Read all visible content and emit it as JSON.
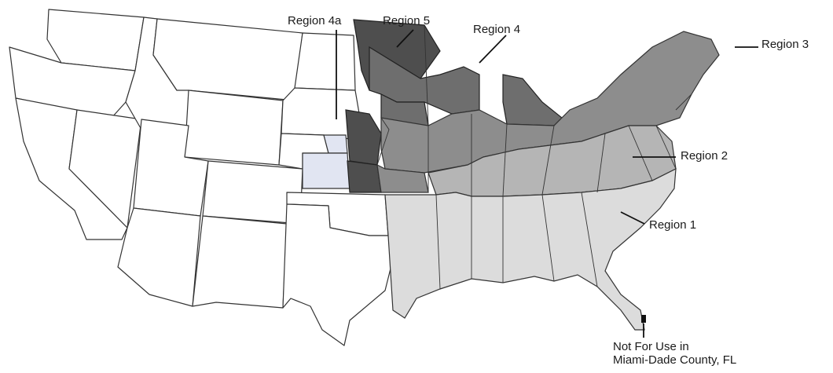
{
  "map": {
    "regions": [
      {
        "id": "region-1",
        "label": "Region 1",
        "color": "#dcdcdc"
      },
      {
        "id": "region-2",
        "label": "Region 2",
        "color": "#b5b5b5"
      },
      {
        "id": "region-3",
        "label": "Region 3",
        "color": "#8d8d8d"
      },
      {
        "id": "region-4",
        "label": "Region 4",
        "color": "#6e6e6e"
      },
      {
        "id": "region-4a",
        "label": "Region 4a",
        "color": "#e1e5f2"
      },
      {
        "id": "region-5",
        "label": "Region 5",
        "color": "#4e4e4e"
      }
    ],
    "exclusion_note_line1": "Not For Use in",
    "exclusion_note_line2": "Miami-Dade County, FL",
    "unassigned_color": "#ffffff",
    "border_color": "#333333"
  }
}
